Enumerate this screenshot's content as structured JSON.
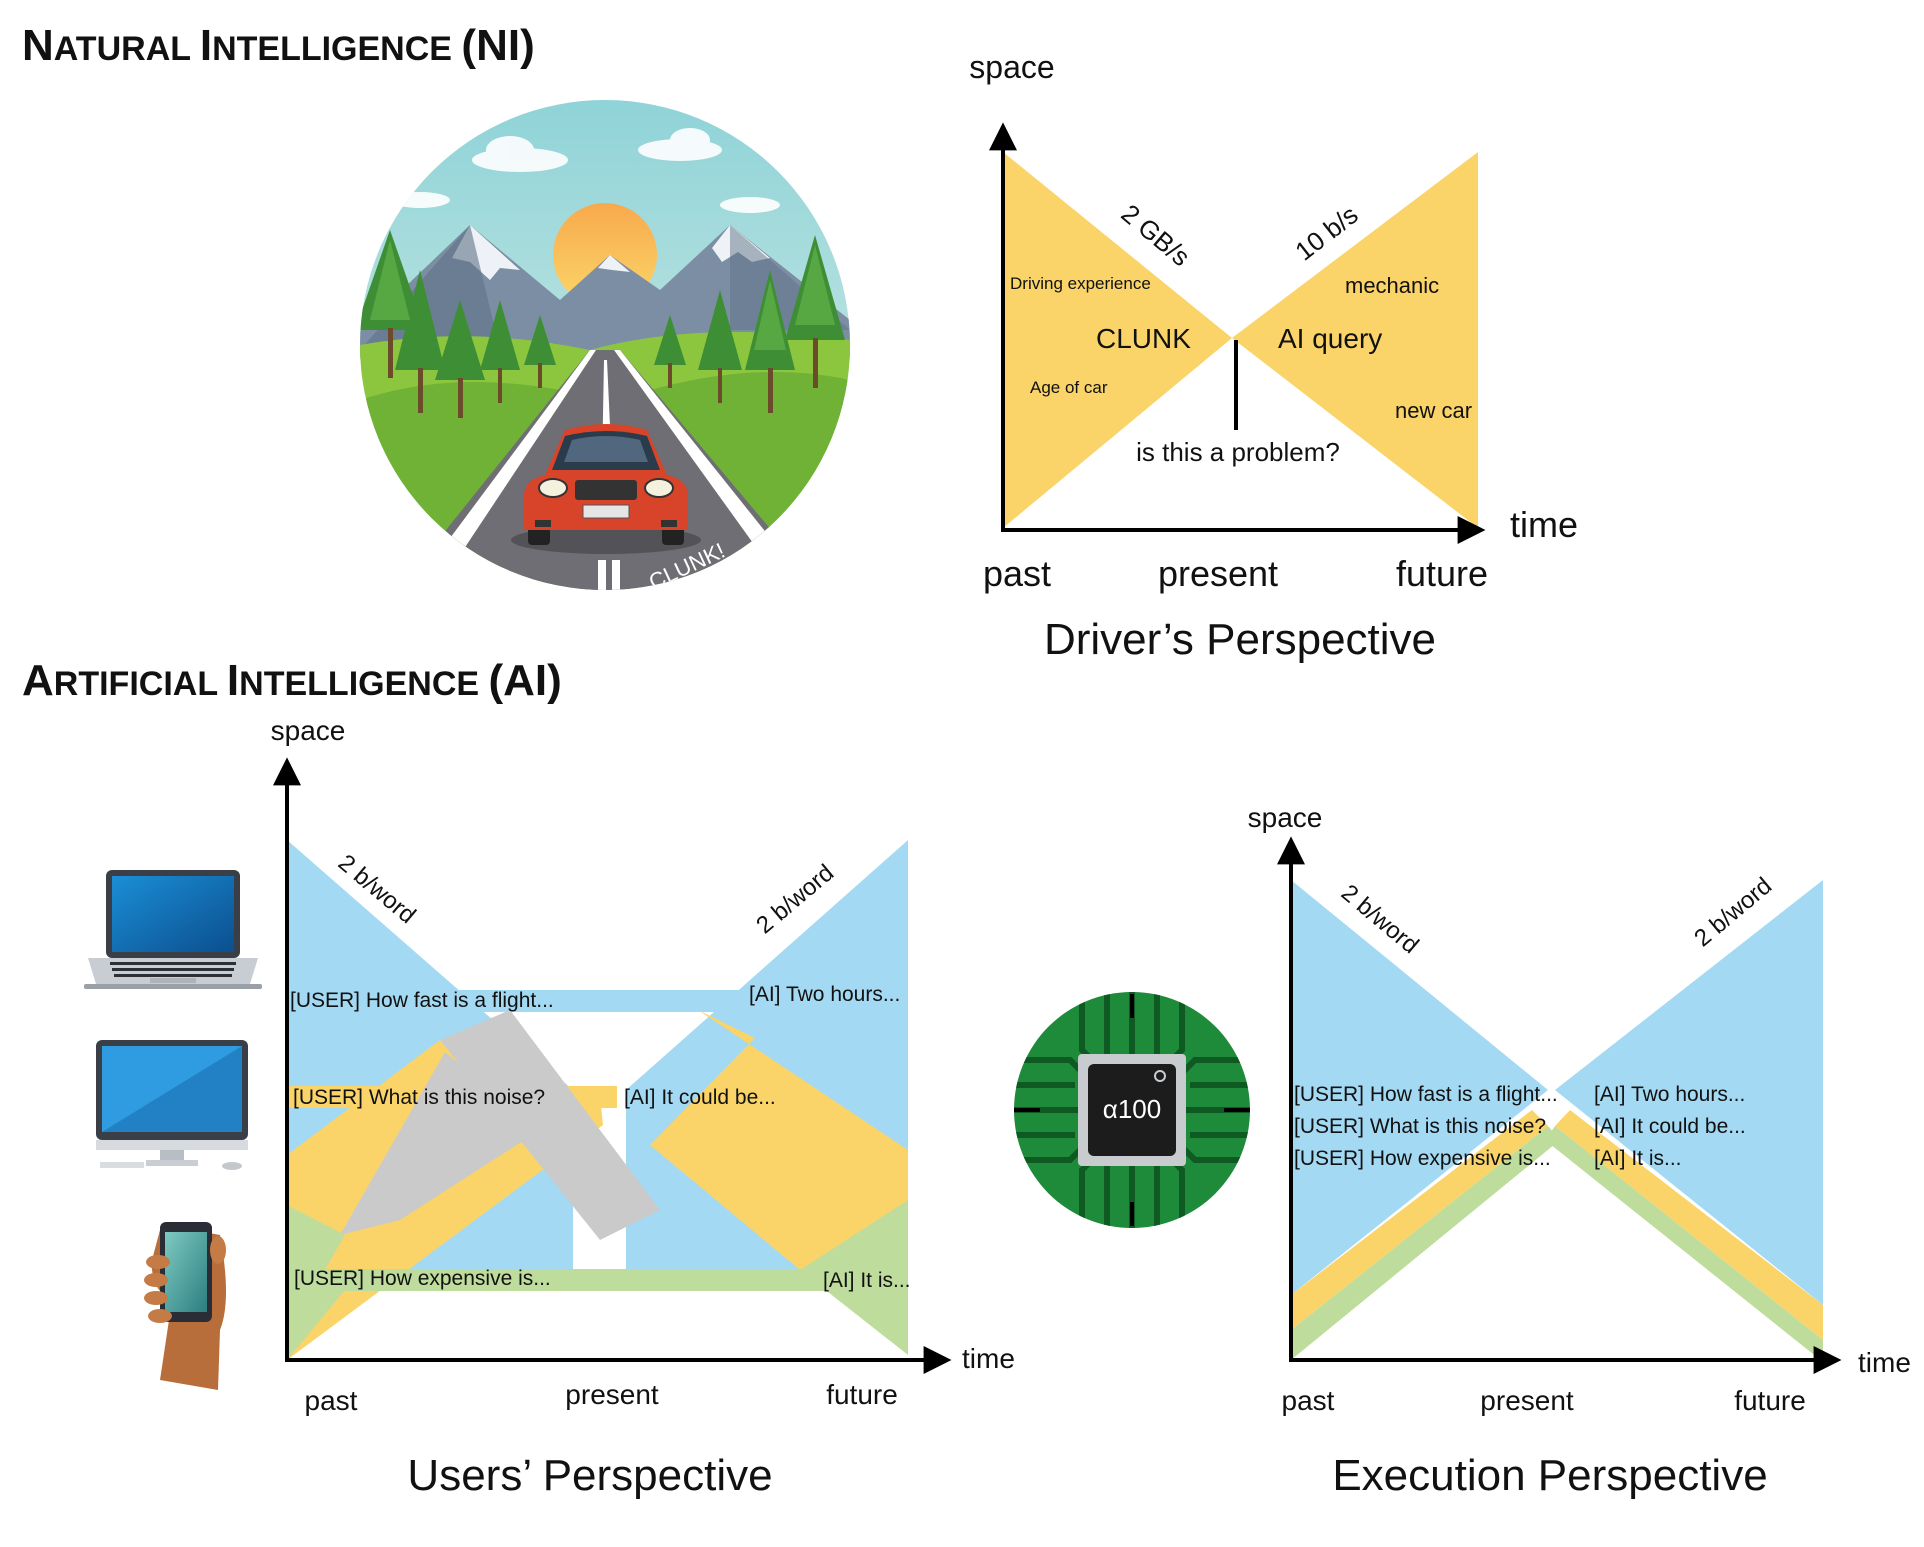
{
  "headings": {
    "ni": {
      "big1": "N",
      "rest1": "ATURAL ",
      "big2": "I",
      "rest2": "NTELLIGENCE ",
      "abbr": "(NI)"
    },
    "ai": {
      "big1": "A",
      "rest1": "RTIFICIAL ",
      "big2": "I",
      "rest2": "NTELLIGENCE ",
      "abbr": "(AI)"
    }
  },
  "scene": {
    "sound_label": "CLUNK!"
  },
  "driver_diagram": {
    "title": "Driver’s Perspective",
    "axis_y": "space",
    "axis_x": "time",
    "ticks": [
      "past",
      "present",
      "future"
    ],
    "left_rate": "2 GB/s",
    "right_rate": "10 b/s",
    "left_items": [
      "Driving experience",
      "CLUNK",
      "Age of car"
    ],
    "right_items": [
      "mechanic",
      "AI query",
      "new car"
    ],
    "question": "is this a problem?",
    "color_fill": "#FAD468"
  },
  "users_diagram": {
    "title": "Users’ Perspective",
    "axis_y": "space",
    "axis_x": "time",
    "ticks": [
      "past",
      "present",
      "future"
    ],
    "left_rate": "2 b/word",
    "right_rate": "2 b/word",
    "queries": [
      "[USER] How fast is a flight...",
      "[USER] What is this noise?",
      "[USER] How expensive is..."
    ],
    "answers": [
      "[AI] Two hours...",
      "[AI] It could be...",
      "[AI] It is..."
    ],
    "colors": {
      "blue": "#A3D9F3",
      "yellow": "#FAD468",
      "green": "#BEDD9C",
      "gray": "#CACACA"
    }
  },
  "execution_diagram": {
    "title": "Execution Perspective",
    "axis_y": "space",
    "axis_x": "time",
    "ticks": [
      "past",
      "present",
      "future"
    ],
    "left_rate": "2 b/word",
    "right_rate": "2 b/word",
    "queries": [
      "[USER] How fast is a flight...",
      "[USER] What is this noise?",
      "[USER] How expensive is..."
    ],
    "answers": [
      "[AI] Two hours...",
      "[AI] It could be...",
      "[AI] It is..."
    ],
    "chip_label": "α100"
  },
  "devices": {
    "icons": [
      "laptop-icon",
      "desktop-monitor-icon",
      "smartphone-in-hand-icon"
    ]
  }
}
